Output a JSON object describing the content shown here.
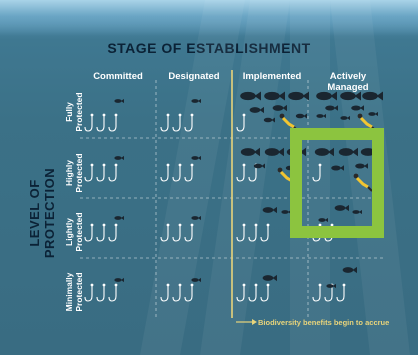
{
  "title": "STAGE OF ESTABLISHMENT",
  "y_axis_label": "LEVEL OF PROTECTION",
  "columns": [
    "Committed",
    "Designated",
    "Implemented",
    "Actively Managed"
  ],
  "rows": [
    {
      "line1": "Fully",
      "line2": "Protected"
    },
    {
      "line1": "Highly",
      "line2": "Protected"
    },
    {
      "line1": "Lightly",
      "line2": "Protected"
    },
    {
      "line1": "Minimally",
      "line2": "Protected"
    }
  ],
  "legend_text": "Biodiversity benefits begin to accrue",
  "colors": {
    "accent_yellow": "#e8d47b",
    "highlight_green": "#8cc43f",
    "title_dark": "#0b2236",
    "water": "#3b7187"
  }
}
